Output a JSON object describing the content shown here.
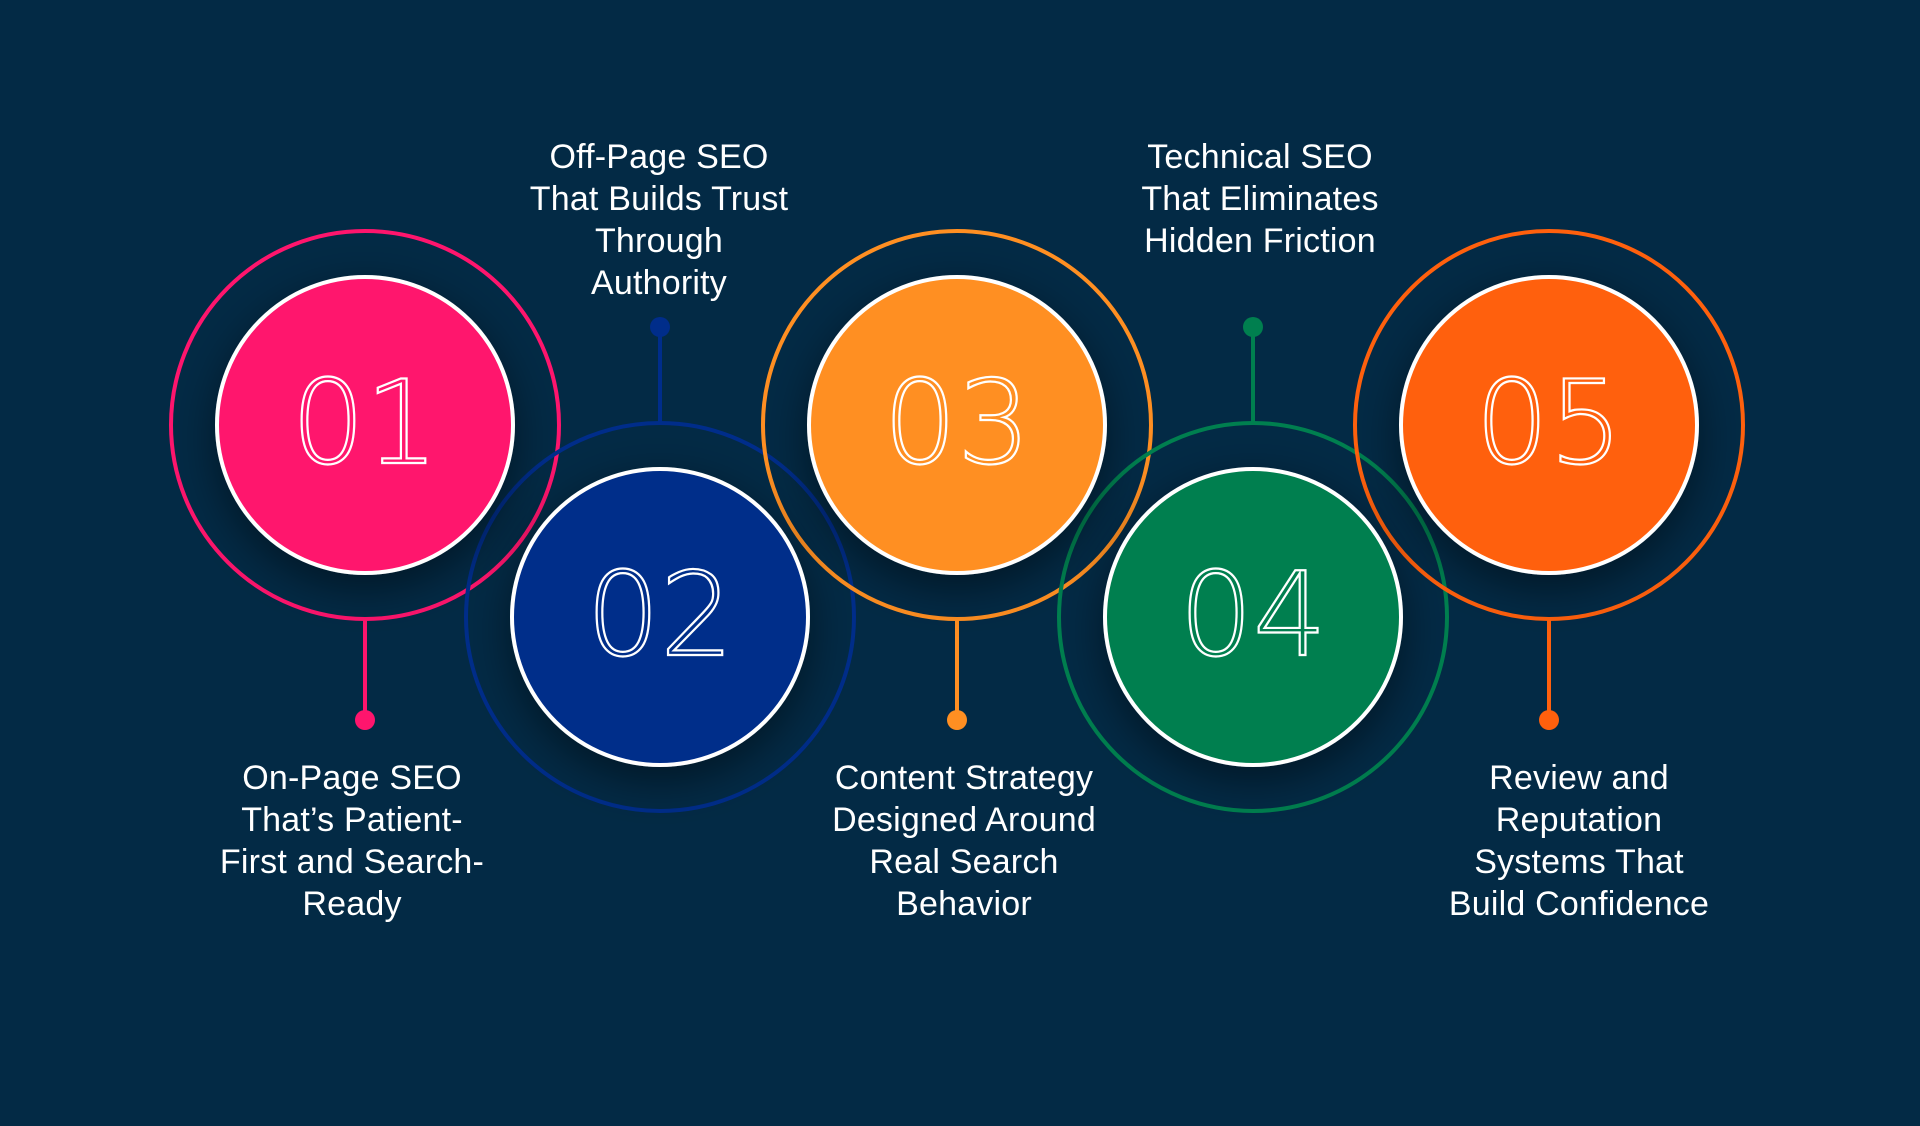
{
  "background_color": "#032a45",
  "steps": [
    {
      "number": "01",
      "label": "On-Page SEO\nThat’s Patient-\nFirst and Search-\nReady",
      "color": "#ff156d"
    },
    {
      "number": "02",
      "label": "Off-Page SEO\nThat Builds Trust\nThrough\nAuthority",
      "color": "#002d8a"
    },
    {
      "number": "03",
      "label": "Content Strategy\nDesigned Around\nReal Search\nBehavior",
      "color": "#ff8f22"
    },
    {
      "number": "04",
      "label": "Technical SEO\nThat Eliminates\nHidden Friction",
      "color": "#007f4f"
    },
    {
      "number": "05",
      "label": "Review and\nReputation\nSystems That\nBuild Confidence",
      "color": "#ff600d"
    }
  ]
}
